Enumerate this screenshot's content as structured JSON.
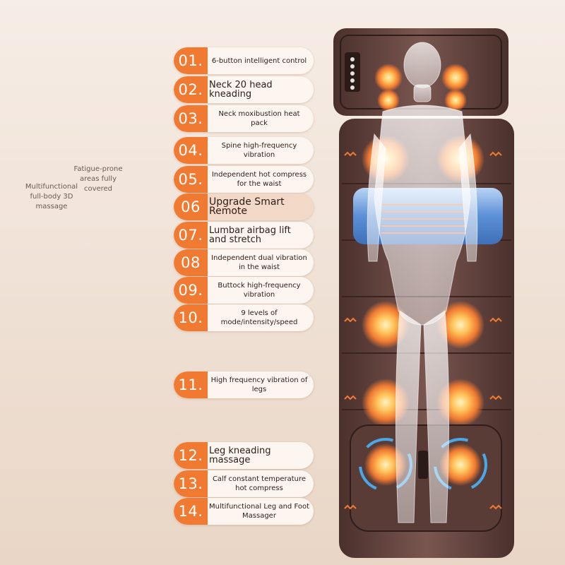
{
  "side_notes": {
    "left": "Multifunctional full-body 3D massage",
    "right": "Fatigue-prone areas fully covered"
  },
  "features": [
    {
      "num": "01.",
      "label": "6-button intelligent control"
    },
    {
      "num": "02.",
      "label": "Neck 20 head kneading"
    },
    {
      "num": "03.",
      "label": "Neck moxibustion heat pack"
    },
    {
      "num": "04.",
      "label": "Spine high-frequency vibration"
    },
    {
      "num": "05.",
      "label": "Independent hot compress for the waist"
    },
    {
      "num": "06",
      "label": "Upgrade Smart Remote"
    },
    {
      "num": "07.",
      "label": "Lumbar airbag lift and stretch"
    },
    {
      "num": "08",
      "label": "Independent dual vibration in the waist"
    },
    {
      "num": "09.",
      "label": "Buttock high-frequency vibration"
    },
    {
      "num": "10.",
      "label": "9 levels of mode/intensity/speed"
    },
    {
      "num": "11.",
      "label": "High frequency vibration of legs"
    },
    {
      "num": "12.",
      "label": "Leg kneading massage"
    },
    {
      "num": "13.",
      "label": "Calf constant temperature hot compress"
    },
    {
      "num": "14.",
      "label": "Multifunctional Leg and Foot Massager"
    }
  ],
  "colors": {
    "accent": "#f07a32",
    "mat": "#6b4a45",
    "glow": "#ffb347",
    "waist_pad": "#5b8fd6"
  }
}
